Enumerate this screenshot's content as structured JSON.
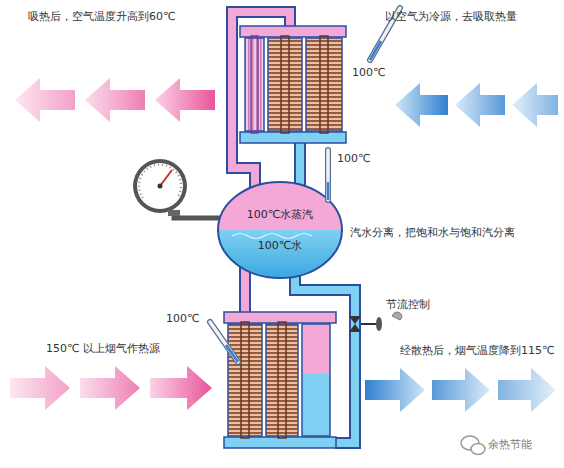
{
  "diagram": {
    "nodes": [
      {
        "text": [
          "100℃水蒸汽",
          "100℃水"
        ]
      }
    ],
    "labels": [
      "吸热后，空气温度升高到60℃",
      "以空气为冷源，去吸取热量",
      "100℃",
      "100℃",
      "汽水分离，把饱和水与饱和汽分离",
      "100℃",
      "节流控制",
      "150℃ 以上烟气作热源",
      "经散热后，烟气温度降到115℃",
      "余热节能"
    ]
  }
}
